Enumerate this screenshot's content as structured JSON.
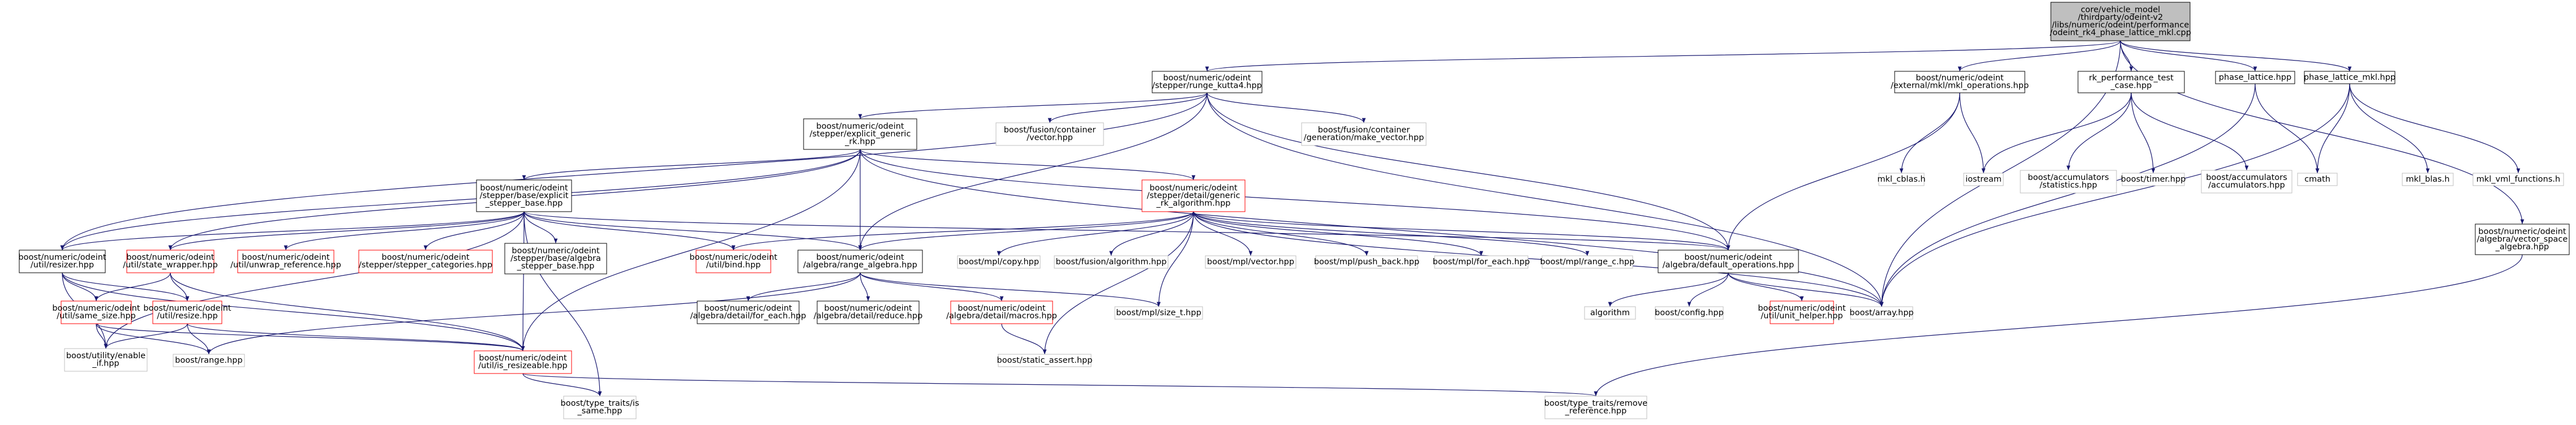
{
  "nodes": {
    "root": {
      "lines": [
        "core/vehicle_model",
        "/thirdparty/odeint-v2",
        "/libs/numeric/odeint/performance",
        "/odeint_rk4_phase_lattice_mkl.cpp"
      ],
      "style": "root"
    },
    "rk4": {
      "lines": [
        "boost/numeric/odeint",
        "/stepper/runge_kutta4.hpp"
      ],
      "style": "normal"
    },
    "mkl_ops": {
      "lines": [
        "boost/numeric/odeint",
        "/external/mkl/mkl_operations.hpp"
      ],
      "style": "normal"
    },
    "rk_perf": {
      "lines": [
        "rk_performance_test",
        "_case.hpp"
      ],
      "style": "normal"
    },
    "phase_lattice": {
      "lines": [
        "phase_lattice.hpp"
      ],
      "style": "normal"
    },
    "phase_lattice_mkl": {
      "lines": [
        "phase_lattice_mkl.hpp"
      ],
      "style": "normal"
    },
    "vector_space": {
      "lines": [
        "boost/numeric/odeint",
        "/algebra/vector_space",
        "_algebra.hpp"
      ],
      "style": "normal"
    },
    "explicit_generic": {
      "lines": [
        "boost/numeric/odeint",
        "/stepper/explicit_generic",
        "_rk.hpp"
      ],
      "style": "normal"
    },
    "fusion_vector": {
      "lines": [
        "boost/fusion/container",
        "/vector.hpp"
      ],
      "style": "ext"
    },
    "fusion_make_vector": {
      "lines": [
        "boost/fusion/container",
        "/generation/make_vector.hpp"
      ],
      "style": "ext"
    },
    "mkl_cblas": {
      "lines": [
        "mkl_cblas.h"
      ],
      "style": "ext"
    },
    "iostream": {
      "lines": [
        "iostream"
      ],
      "style": "ext"
    },
    "acc_stats": {
      "lines": [
        "boost/accumulators",
        "/statistics.hpp"
      ],
      "style": "ext"
    },
    "boost_timer": {
      "lines": [
        "boost/timer.hpp"
      ],
      "style": "ext"
    },
    "acc_acc": {
      "lines": [
        "boost/accumulators",
        "/accumulators.hpp"
      ],
      "style": "ext"
    },
    "cmath": {
      "lines": [
        "cmath"
      ],
      "style": "ext"
    },
    "mkl_blas": {
      "lines": [
        "mkl_blas.h"
      ],
      "style": "ext"
    },
    "mkl_vml": {
      "lines": [
        "mkl_vml_functions.h"
      ],
      "style": "ext"
    },
    "stepper_base": {
      "lines": [
        "boost/numeric/odeint",
        "/stepper/base/explicit",
        "_stepper_base.hpp"
      ],
      "style": "normal"
    },
    "generic_rk_alg": {
      "lines": [
        "boost/numeric/odeint",
        "/stepper/detail/generic",
        "_rk_algorithm.hpp"
      ],
      "style": "red"
    },
    "resizer": {
      "lines": [
        "boost/numeric/odeint",
        "/util/resizer.hpp"
      ],
      "style": "normal"
    },
    "state_wrapper": {
      "lines": [
        "boost/numeric/odeint",
        "/util/state_wrapper.hpp"
      ],
      "style": "red"
    },
    "unwrap_ref": {
      "lines": [
        "boost/numeric/odeint",
        "/util/unwrap_reference.hpp"
      ],
      "style": "red"
    },
    "stepper_categories": {
      "lines": [
        "boost/numeric/odeint",
        "/stepper/stepper_categories.hpp"
      ],
      "style": "red"
    },
    "algebra_stepper_base": {
      "lines": [
        "boost/numeric/odeint",
        "/stepper/base/algebra",
        "_stepper_base.hpp"
      ],
      "style": "normal"
    },
    "util_bind": {
      "lines": [
        "boost/numeric/odeint",
        "/util/bind.hpp"
      ],
      "style": "red"
    },
    "range_algebra": {
      "lines": [
        "boost/numeric/odeint",
        "/algebra/range_algebra.hpp"
      ],
      "style": "normal"
    },
    "mpl_copy": {
      "lines": [
        "boost/mpl/copy.hpp"
      ],
      "style": "ext"
    },
    "fusion_algorithm": {
      "lines": [
        "boost/fusion/algorithm.hpp"
      ],
      "style": "ext"
    },
    "mpl_vector": {
      "lines": [
        "boost/mpl/vector.hpp"
      ],
      "style": "ext"
    },
    "mpl_push_back": {
      "lines": [
        "boost/mpl/push_back.hpp"
      ],
      "style": "ext"
    },
    "mpl_for_each": {
      "lines": [
        "boost/mpl/for_each.hpp"
      ],
      "style": "ext"
    },
    "mpl_range_c": {
      "lines": [
        "boost/mpl/range_c.hpp"
      ],
      "style": "ext"
    },
    "default_ops": {
      "lines": [
        "boost/numeric/odeint",
        "/algebra/default_operations.hpp"
      ],
      "style": "normal"
    },
    "same_size": {
      "lines": [
        "boost/numeric/odeint",
        "/util/same_size.hpp"
      ],
      "style": "red"
    },
    "util_resize": {
      "lines": [
        "boost/numeric/odeint",
        "/util/resize.hpp"
      ],
      "style": "red"
    },
    "detail_for_each": {
      "lines": [
        "boost/numeric/odeint",
        "/algebra/detail/for_each.hpp"
      ],
      "style": "normal"
    },
    "detail_reduce": {
      "lines": [
        "boost/numeric/odeint",
        "/algebra/detail/reduce.hpp"
      ],
      "style": "normal"
    },
    "detail_macros": {
      "lines": [
        "boost/numeric/odeint",
        "/algebra/detail/macros.hpp"
      ],
      "style": "red"
    },
    "mpl_size_t": {
      "lines": [
        "boost/mpl/size_t.hpp"
      ],
      "style": "ext"
    },
    "algorithm": {
      "lines": [
        "algorithm"
      ],
      "style": "ext"
    },
    "boost_config": {
      "lines": [
        "boost/config.hpp"
      ],
      "style": "ext"
    },
    "unit_helper": {
      "lines": [
        "boost/numeric/odeint",
        "/util/unit_helper.hpp"
      ],
      "style": "red"
    },
    "boost_array": {
      "lines": [
        "boost/array.hpp"
      ],
      "style": "ext"
    },
    "enable_if": {
      "lines": [
        "boost/utility/enable",
        "_if.hpp"
      ],
      "style": "ext"
    },
    "boost_range": {
      "lines": [
        "boost/range.hpp"
      ],
      "style": "ext"
    },
    "is_resizeable": {
      "lines": [
        "boost/numeric/odeint",
        "/util/is_resizeable.hpp"
      ],
      "style": "red"
    },
    "static_assert": {
      "lines": [
        "boost/static_assert.hpp"
      ],
      "style": "ext"
    },
    "is_same": {
      "lines": [
        "boost/type_traits/is",
        "_same.hpp"
      ],
      "style": "ext"
    },
    "remove_ref": {
      "lines": [
        "boost/type_traits/remove",
        "_reference.hpp"
      ],
      "style": "ext"
    }
  },
  "edges": [
    [
      "root",
      "rk4"
    ],
    [
      "root",
      "mkl_ops"
    ],
    [
      "root",
      "rk_perf"
    ],
    [
      "root",
      "phase_lattice"
    ],
    [
      "root",
      "phase_lattice_mkl"
    ],
    [
      "root",
      "vector_space"
    ],
    [
      "root",
      "boost_array"
    ],
    [
      "rk4",
      "explicit_generic"
    ],
    [
      "rk4",
      "fusion_vector"
    ],
    [
      "rk4",
      "fusion_make_vector"
    ],
    [
      "rk4",
      "resizer"
    ],
    [
      "rk4",
      "range_algebra"
    ],
    [
      "rk4",
      "default_ops"
    ],
    [
      "rk4",
      "boost_array"
    ],
    [
      "mkl_ops",
      "mkl_cblas"
    ],
    [
      "mkl_ops",
      "iostream"
    ],
    [
      "mkl_ops",
      "default_ops"
    ],
    [
      "rk_perf",
      "iostream"
    ],
    [
      "rk_perf",
      "acc_stats"
    ],
    [
      "rk_perf",
      "boost_timer"
    ],
    [
      "rk_perf",
      "acc_acc"
    ],
    [
      "phase_lattice",
      "cmath"
    ],
    [
      "phase_lattice",
      "boost_array"
    ],
    [
      "phase_lattice_mkl",
      "cmath"
    ],
    [
      "phase_lattice_mkl",
      "mkl_blas"
    ],
    [
      "phase_lattice_mkl",
      "mkl_vml"
    ],
    [
      "phase_lattice_mkl",
      "boost_array"
    ],
    [
      "vector_space",
      "remove_ref"
    ],
    [
      "explicit_generic",
      "stepper_base"
    ],
    [
      "explicit_generic",
      "generic_rk_alg"
    ],
    [
      "explicit_generic",
      "range_algebra"
    ],
    [
      "explicit_generic",
      "default_ops"
    ],
    [
      "explicit_generic",
      "resizer"
    ],
    [
      "explicit_generic",
      "state_wrapper"
    ],
    [
      "explicit_generic",
      "is_resizeable"
    ],
    [
      "explicit_generic",
      "boost_array"
    ],
    [
      "stepper_base",
      "resizer"
    ],
    [
      "stepper_base",
      "state_wrapper"
    ],
    [
      "stepper_base",
      "unwrap_ref"
    ],
    [
      "stepper_base",
      "stepper_categories"
    ],
    [
      "stepper_base",
      "algebra_stepper_base"
    ],
    [
      "stepper_base",
      "util_bind"
    ],
    [
      "stepper_base",
      "is_resizeable"
    ],
    [
      "stepper_base",
      "enable_if"
    ],
    [
      "stepper_base",
      "is_same"
    ],
    [
      "stepper_base",
      "range_algebra"
    ],
    [
      "stepper_base",
      "default_ops"
    ],
    [
      "generic_rk_alg",
      "util_bind"
    ],
    [
      "generic_rk_alg",
      "range_algebra"
    ],
    [
      "generic_rk_alg",
      "mpl_copy"
    ],
    [
      "generic_rk_alg",
      "fusion_algorithm"
    ],
    [
      "generic_rk_alg",
      "mpl_vector"
    ],
    [
      "generic_rk_alg",
      "mpl_push_back"
    ],
    [
      "generic_rk_alg",
      "mpl_for_each"
    ],
    [
      "generic_rk_alg",
      "mpl_range_c"
    ],
    [
      "generic_rk_alg",
      "default_ops"
    ],
    [
      "generic_rk_alg",
      "boost_array"
    ],
    [
      "generic_rk_alg",
      "mpl_size_t"
    ],
    [
      "generic_rk_alg",
      "static_assert"
    ],
    [
      "resizer",
      "same_size"
    ],
    [
      "resizer",
      "util_resize"
    ],
    [
      "resizer",
      "is_resizeable"
    ],
    [
      "resizer",
      "enable_if"
    ],
    [
      "state_wrapper",
      "same_size"
    ],
    [
      "state_wrapper",
      "util_resize"
    ],
    [
      "state_wrapper",
      "is_resizeable"
    ],
    [
      "range_algebra",
      "detail_for_each"
    ],
    [
      "range_algebra",
      "detail_reduce"
    ],
    [
      "range_algebra",
      "detail_macros"
    ],
    [
      "range_algebra",
      "mpl_size_t"
    ],
    [
      "range_algebra",
      "boost_range"
    ],
    [
      "detail_macros",
      "static_assert"
    ],
    [
      "default_ops",
      "algorithm"
    ],
    [
      "default_ops",
      "boost_config"
    ],
    [
      "default_ops",
      "unit_helper"
    ],
    [
      "default_ops",
      "boost_array"
    ],
    [
      "same_size",
      "enable_if"
    ],
    [
      "same_size",
      "boost_range"
    ],
    [
      "same_size",
      "is_resizeable"
    ],
    [
      "util_resize",
      "enable_if"
    ],
    [
      "util_resize",
      "boost_range"
    ],
    [
      "util_resize",
      "is_resizeable"
    ],
    [
      "is_resizeable",
      "is_same"
    ],
    [
      "is_resizeable",
      "remove_ref"
    ]
  ],
  "colors": {
    "edge": "#191970",
    "normal_border": "#000000",
    "red_border": "#ff0000",
    "ext_border": "#bfbfbf",
    "ext_text": "#000000",
    "root_fill": "#bfbfbf"
  }
}
